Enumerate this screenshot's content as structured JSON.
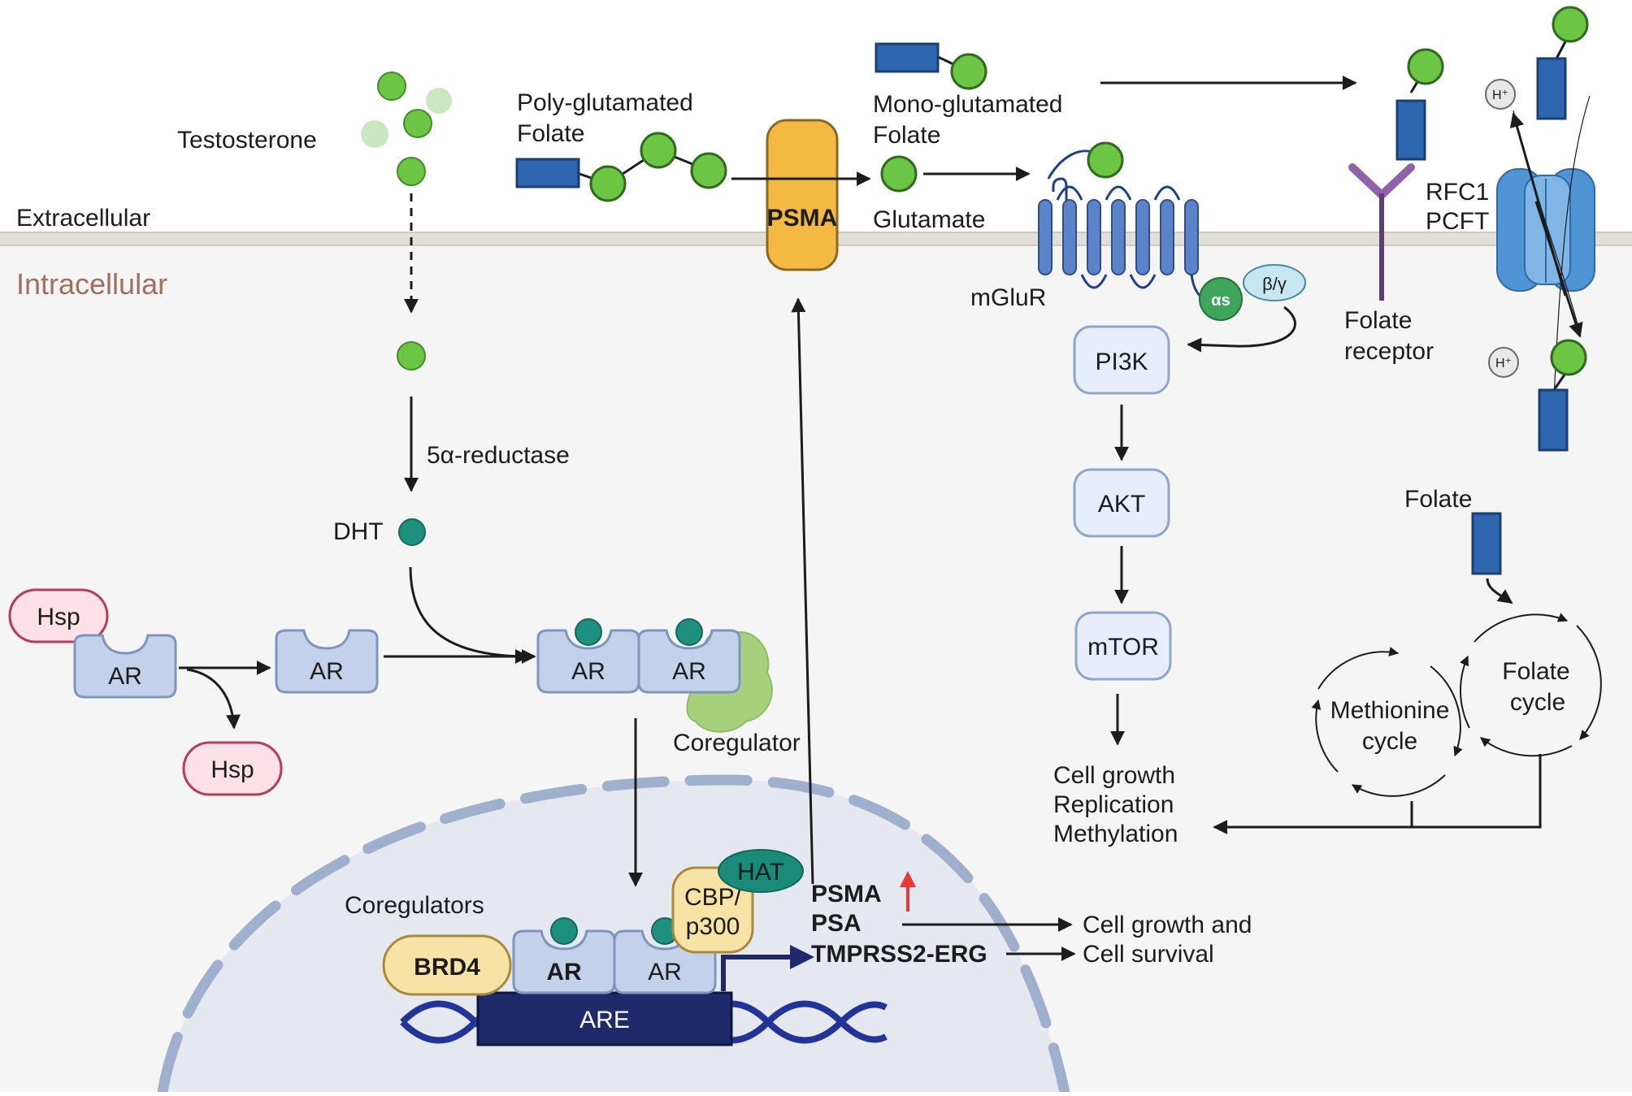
{
  "regions": {
    "extracellular": "Extracellular",
    "intracellular": "Intracellular"
  },
  "labels": {
    "testosterone": "Testosterone",
    "five_alpha_reductase": "5α-reductase",
    "dht": "DHT",
    "poly_line1": "Poly-glutamated",
    "poly_line2": "Folate",
    "mono_line1": "Mono-glutamated",
    "mono_line2": "Folate",
    "psma": "PSMA",
    "glutamate": "Glutamate",
    "mglur": "mGluR",
    "alpha_s": "αs",
    "beta_gamma": "β/γ",
    "folate_receptor_line1": "Folate",
    "folate_receptor_line2": "receptor",
    "rfc1": "RFC1",
    "pcft": "PCFT",
    "h_plus": "H⁺",
    "pi3k": "PI3K",
    "akt": "AKT",
    "mtor": "mTOR",
    "growth_line1": "Cell growth",
    "growth_line2": "Replication",
    "growth_line3": "Methylation",
    "folate": "Folate",
    "methionine_line1": "Methionine",
    "methionine_line2": "cycle",
    "folate_cycle_line1": "Folate",
    "folate_cycle_line2": "cycle",
    "hsp": "Hsp",
    "ar": "AR",
    "coregulator": "Coregulator",
    "coregulators": "Coregulators",
    "brd4": "BRD4",
    "hat": "HAT",
    "cbp_line1": "CBP/",
    "cbp_line2": "p300",
    "are": "ARE",
    "gene_psma": "PSMA",
    "gene_psa": "PSA",
    "gene_tmprss2": "TMPRSS2-ERG",
    "survival_line1": "Cell growth and",
    "survival_line2": "Cell survival"
  },
  "colors": {
    "green": "#6cc644",
    "light_green": "#c9e8c2",
    "teal": "#1f8f7f",
    "folate_blue": "#2f66b0",
    "psma_orange": "#f4b942",
    "ar_fill": "#c3d2ea",
    "hsp_fill": "#fde1e8",
    "hsp_stroke": "#b93a5a",
    "brd4_fill": "#f7e3a6",
    "are_navy": "#1f2a6b",
    "nucleus": "#e6e8f0",
    "cytoplasm": "#f5f5f5",
    "membrane": "#e0ddd5",
    "kinase_fill": "#e6eefb",
    "intracellular_text": "#a0705a",
    "red_arrow": "#e53935"
  }
}
